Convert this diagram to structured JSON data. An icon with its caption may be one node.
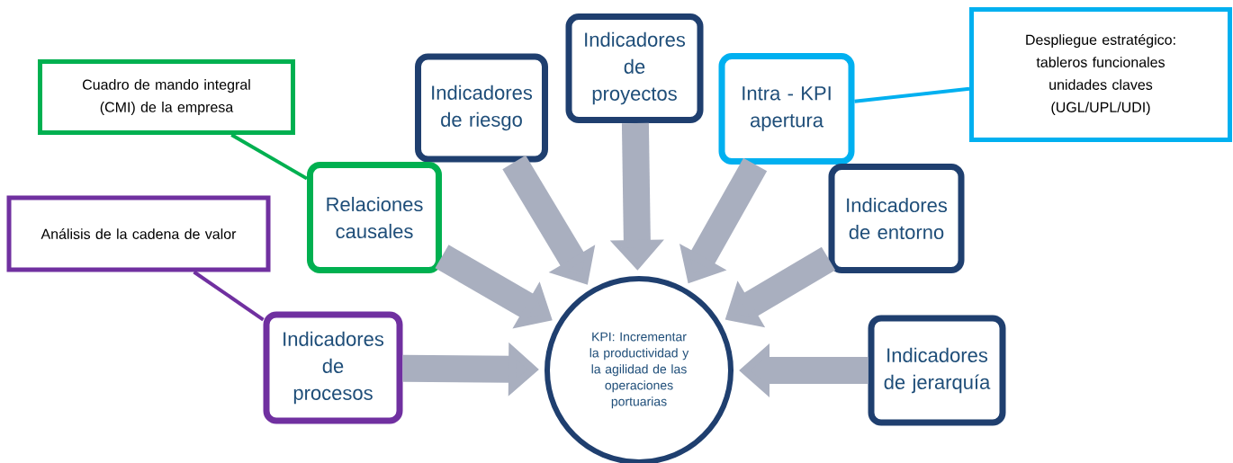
{
  "diagram": {
    "nodes": [
      {
        "text": [
          "Cuadro de mando integral (CMI) de la empresa"
        ]
      },
      {
        "text": [
          "Análisis de la cadena de valor"
        ]
      },
      {
        "text": [
          "Indicadores de riesgo"
        ]
      },
      {
        "text": [
          "Indicadores de proyectos"
        ]
      },
      {
        "text": [
          "Intra - KPI apertura"
        ]
      },
      {
        "text": [
          "Despliegue estratégico: tableros funcionales unidades claves (UGL/UPL/UDI)"
        ]
      },
      {
        "text": [
          "Relaciones causales"
        ]
      },
      {
        "text": [
          "Indicadores de entorno"
        ]
      },
      {
        "text": [
          "Indicadores de procesos"
        ]
      },
      {
        "text": [
          "Indicadores de jerarquía"
        ]
      },
      {
        "text": [
          "KPI: Incrementar la productividad y la agilidad de las operaciones portuarias"
        ]
      }
    ],
    "edges": [
      {
        "from": 0,
        "to": 6,
        "arrow": "none",
        "color": "#00b050"
      },
      {
        "from": 1,
        "to": 8,
        "arrow": "none",
        "color": "#7030a0"
      },
      {
        "from": 4,
        "to": 5,
        "arrow": "none",
        "color": "#00b0f0"
      },
      {
        "from": 2,
        "to": 10,
        "arrow": "to"
      },
      {
        "from": 3,
        "to": 10,
        "arrow": "to"
      },
      {
        "from": 4,
        "to": 10,
        "arrow": "to"
      },
      {
        "from": 6,
        "to": 10,
        "arrow": "to"
      },
      {
        "from": 7,
        "to": 10,
        "arrow": "to"
      },
      {
        "from": 8,
        "to": 10,
        "arrow": "to"
      },
      {
        "from": 9,
        "to": 10,
        "arrow": "to"
      }
    ]
  }
}
